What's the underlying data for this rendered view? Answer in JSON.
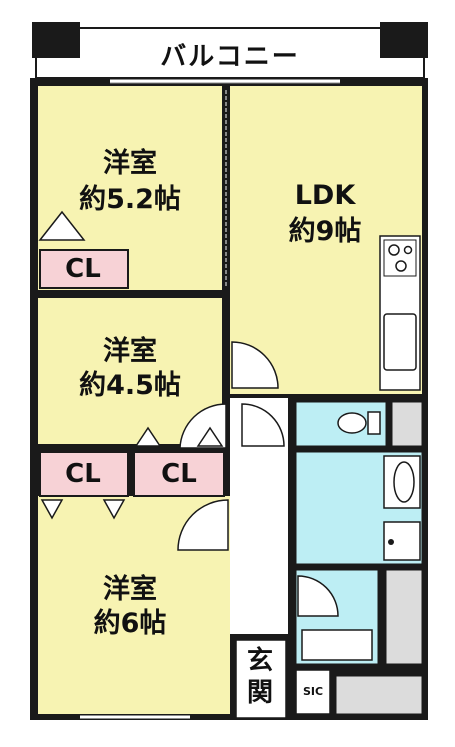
{
  "balcony": {
    "label": "バルコニー"
  },
  "rooms": {
    "bedroom_top": {
      "name": "洋室",
      "size": "約5.2帖"
    },
    "ldk": {
      "name": "LDK",
      "size": "約9帖"
    },
    "bedroom_middle": {
      "name": "洋室",
      "size": "約4.5帖"
    },
    "bedroom_bottom": {
      "name": "洋室",
      "size": "約6帖"
    }
  },
  "closets": {
    "cl1": "CL",
    "cl2": "CL",
    "cl3": "CL"
  },
  "entrance": {
    "chars": [
      "玄",
      "関"
    ]
  },
  "sic": {
    "label": "SIC"
  },
  "colors": {
    "room": "#f7f3b2",
    "closet": "#f7d2d6",
    "water": "#bdeef4",
    "storage": "#dcdcdc",
    "wall": "#1a1a1a"
  }
}
